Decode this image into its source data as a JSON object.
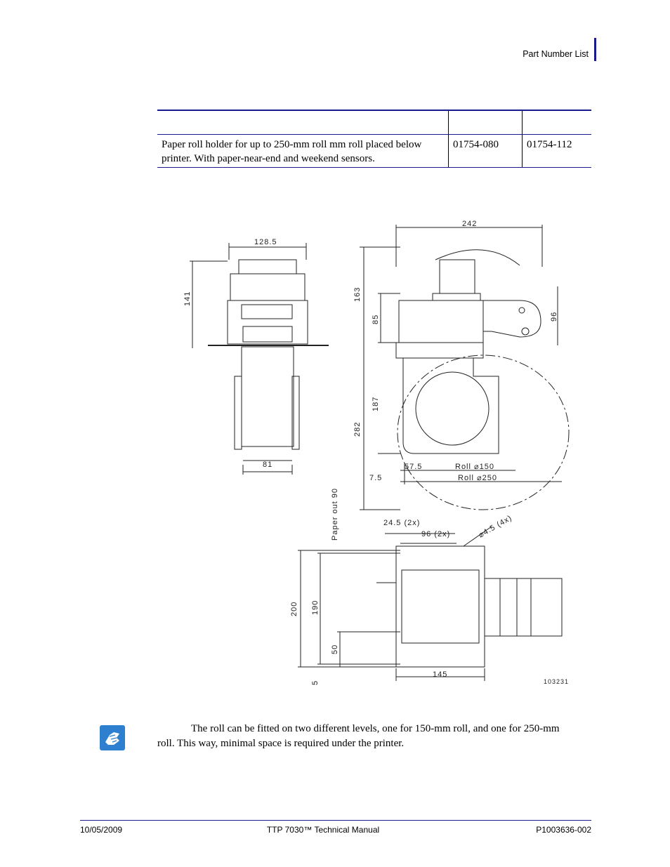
{
  "header": {
    "section_title": "Part Number List"
  },
  "table": {
    "headers": [
      "",
      "",
      ""
    ],
    "rows": [
      {
        "description": "Paper roll holder for up to 250-mm roll mm roll placed below printer. With paper-near-end and weekend sensors.",
        "part_a": "01754-080",
        "part_b": "01754-112"
      }
    ]
  },
  "drawing": {
    "front_view": {
      "dim_width_top": "128.5",
      "dim_height": "141",
      "dim_width_bottom": "81"
    },
    "side_view": {
      "dim_width": "242",
      "dim_163": "163",
      "dim_85": "85",
      "dim_96": "96",
      "dim_187": "187",
      "dim_282": "282",
      "dim_57_5": "57.5",
      "dim_7_5": "7.5",
      "roll_150": "Roll ⌀150",
      "roll_250": "Roll ⌀250"
    },
    "top_view": {
      "paper_out": "Paper out 90",
      "dim_24_5": "24.5 (2x)",
      "dim_96_2x": "96 (2x)",
      "dim_hole": "⌀4.5 (4x)",
      "dim_200": "200",
      "dim_190": "190",
      "dim_50": "50",
      "dim_5": "5",
      "dim_145": "145"
    },
    "figure_id": "103231"
  },
  "note": {
    "icon": "note-hand-icon",
    "text": "The roll can be fitted on two different levels, one for 150-mm roll, and one for 250-mm roll. This way, minimal space is required under the printer."
  },
  "footer": {
    "date": "10/05/2009",
    "title": "TTP 7030™ Technical Manual",
    "part_number": "P1003636-002"
  },
  "colors": {
    "rule": "#1a1a8c",
    "icon_bg": "#2f7fd1"
  }
}
